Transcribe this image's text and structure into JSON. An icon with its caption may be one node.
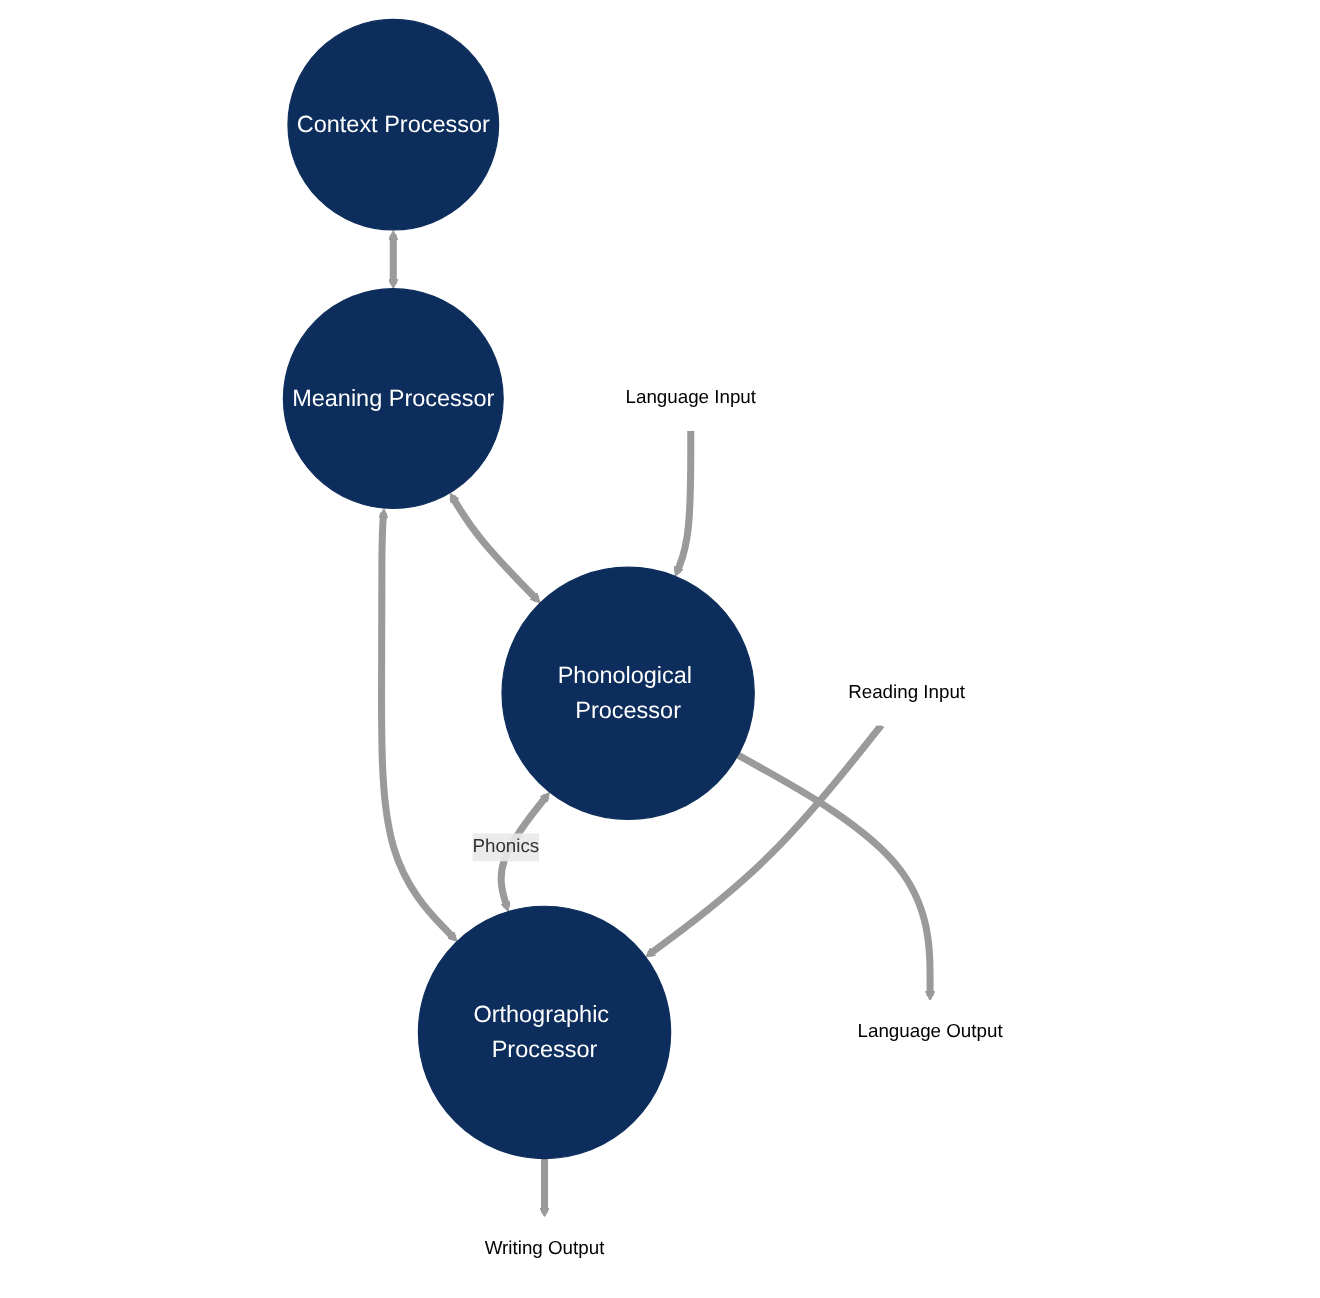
{
  "diagram": {
    "nodes": [
      {
        "text": [
          "Context Processor"
        ]
      },
      {
        "text": [
          "Meaning Processor"
        ]
      },
      {
        "text": [
          "Phonological Processor"
        ]
      },
      {
        "text": [
          "Orthographic Processor"
        ]
      },
      {
        "text": [
          "Language Output"
        ]
      },
      {
        "text": [
          "Language Input"
        ]
      },
      {
        "text": [
          "Writing Output"
        ]
      },
      {
        "text": [
          "Reading Input"
        ]
      }
    ],
    "edges": [
      {
        "from": 0,
        "to": 1,
        "arrow": "both"
      },
      {
        "from": 1,
        "to": 2,
        "arrow": "both"
      },
      {
        "from": 1,
        "to": 3,
        "arrow": "both"
      },
      {
        "from": 2,
        "to": 3,
        "arrow": "both",
        "label": "Phonics"
      },
      {
        "from": 2,
        "to": 4,
        "arrow": "to"
      },
      {
        "from": 5,
        "to": 2,
        "arrow": "to"
      },
      {
        "from": 3,
        "to": 6,
        "arrow": "to"
      },
      {
        "from": 7,
        "to": 3,
        "arrow": "to"
      }
    ]
  }
}
